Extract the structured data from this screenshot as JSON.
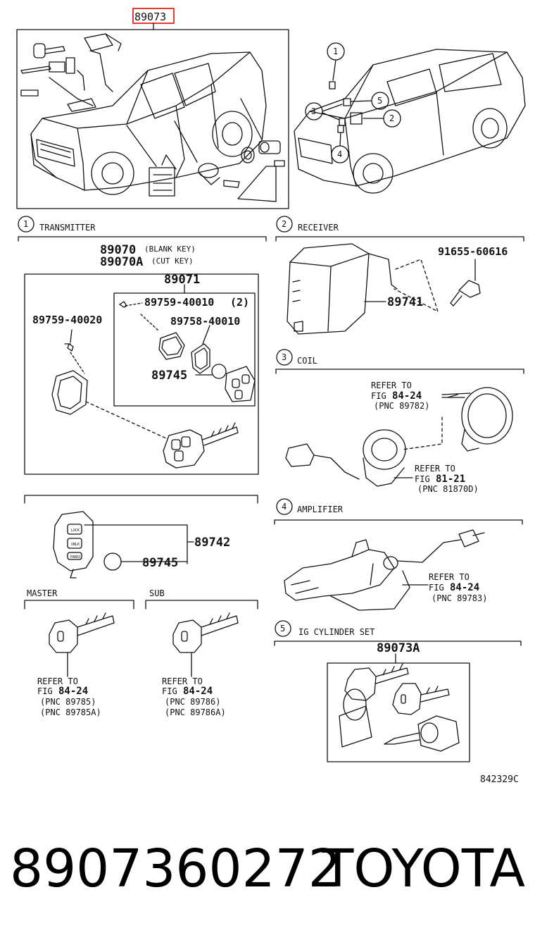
{
  "header": {
    "part_code": "89073",
    "highlight_color": "#e53935"
  },
  "sections": {
    "transmitter": {
      "number": "1",
      "title": "TRANSMITTER"
    },
    "receiver": {
      "number": "2",
      "title": "RECEIVER"
    },
    "coil": {
      "number": "3",
      "title": "COIL"
    },
    "amplifier": {
      "number": "4",
      "title": "AMPLIFIER"
    },
    "ig_cylinder": {
      "number": "5",
      "title": "IG CYLINDER SET"
    }
  },
  "callouts": [
    "1",
    "2",
    "3",
    "4",
    "5"
  ],
  "transmitter": {
    "blank_key_pn": "89070",
    "blank_key_note": "(BLANK KEY)",
    "cut_key_pn": "89070A",
    "cut_key_note": "(CUT KEY)",
    "case_pn": "89071",
    "screw_pn": "89759-40010",
    "screw_qty": "(2)",
    "gasket_pn": "89758-40010",
    "battery_pn": "89745",
    "screw2_pn": "89759-40020"
  },
  "remote": {
    "transmitter_pn": "89742",
    "battery_pn": "89745",
    "btn_lock": "LOCK",
    "btn_unlock": "UNLK",
    "btn_panic": "PANIC"
  },
  "master": {
    "label": "MASTER",
    "refer_1": "REFER TO",
    "refer_2_prefix": "FIG",
    "refer_2_fig": "84-24",
    "pnc_1": "(PNC 89785)",
    "pnc_2": "(PNC 89785A)"
  },
  "sub": {
    "label": "SUB",
    "refer_1": "REFER TO",
    "refer_2_prefix": "FIG",
    "refer_2_fig": "84-24",
    "pnc_1": "(PNC 89786)",
    "pnc_2": "(PNC 89786A)"
  },
  "receiver": {
    "bolt_pn": "91655-60616",
    "unit_pn": "89741"
  },
  "coil": {
    "ref_a_1": "REFER TO",
    "ref_a_2_prefix": "FIG",
    "ref_a_2_fig": "84-24",
    "ref_a_3": "(PNC 89782)",
    "ref_b_1": "REFER TO",
    "ref_b_2_prefix": "FIG",
    "ref_b_2_fig": "81-21",
    "ref_b_3": "(PNC 81870D)"
  },
  "amplifier": {
    "ref_1": "REFER TO",
    "ref_2_prefix": "FIG",
    "ref_2_fig": "84-24",
    "ref_3": "(PNC 89783)"
  },
  "ig_cylinder": {
    "set_pn": "89073A"
  },
  "illustration_id": "842329C",
  "footer": {
    "part_number": "8907360272",
    "brand": "TOYOTA"
  }
}
